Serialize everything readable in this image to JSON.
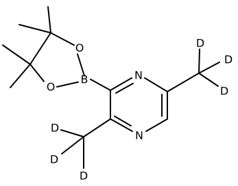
{
  "atoms": {
    "boron": "B",
    "oxygen_upper": "O",
    "oxygen_lower": "O",
    "nitrogen_upper": "N",
    "nitrogen_lower": "N",
    "deuterium_right_top": "D",
    "deuterium_right_mid": "D",
    "deuterium_right_bottom": "D",
    "deuterium_left_top": "D",
    "deuterium_left_mid": "D",
    "deuterium_left_bottom": "D"
  }
}
